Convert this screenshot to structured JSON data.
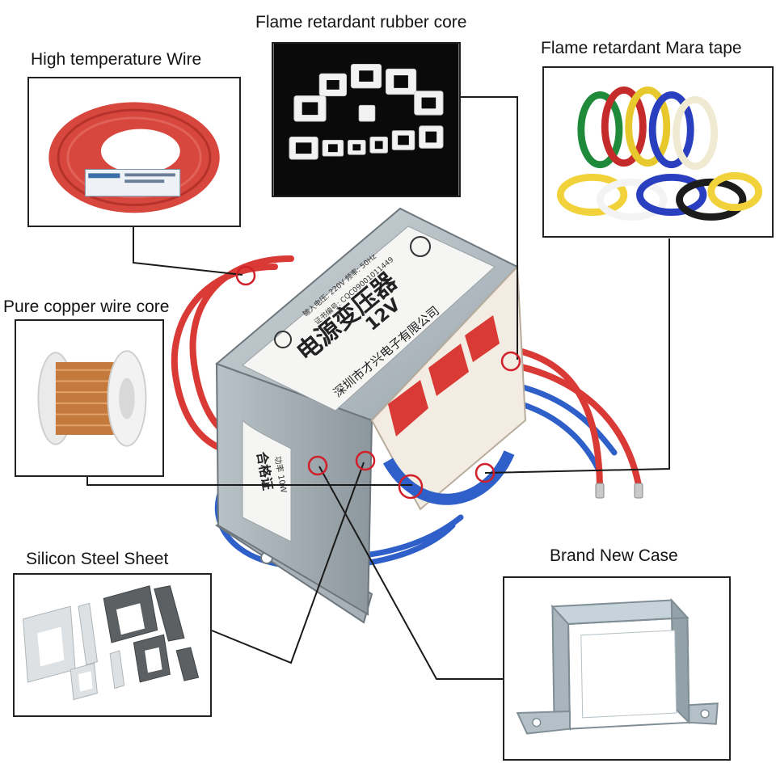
{
  "callouts": {
    "high_temp_wire": "High temperature Wire",
    "rubber_core": "Flame retardant rubber core",
    "mara_tape": "Flame retardant Mara tape",
    "copper_core": "Pure copper wire core",
    "silicon_steel": "Silicon Steel Sheet",
    "case": "Brand New Case"
  },
  "nameplate": {
    "title": "电源变压器",
    "voltage": "12V",
    "maker": "深圳市才兴电子有限公司",
    "spec_line_1": "输入电压: 220V  频率: 50Hz",
    "spec_line_2": "证书编号: CQC09001011449"
  },
  "side_label": {
    "title": "合格证",
    "power": "功率 10W"
  },
  "colors": {
    "wire_red": "#d93a35",
    "wire_blue": "#2f5fc8",
    "callout_ring": "#d0202a",
    "leader_line": "#1a1a1a",
    "case_metal": "#a9b5bd"
  },
  "icons": {
    "cert_mark": "cqc-mark-icon",
    "brand_logo": "brand-logo-icon"
  }
}
